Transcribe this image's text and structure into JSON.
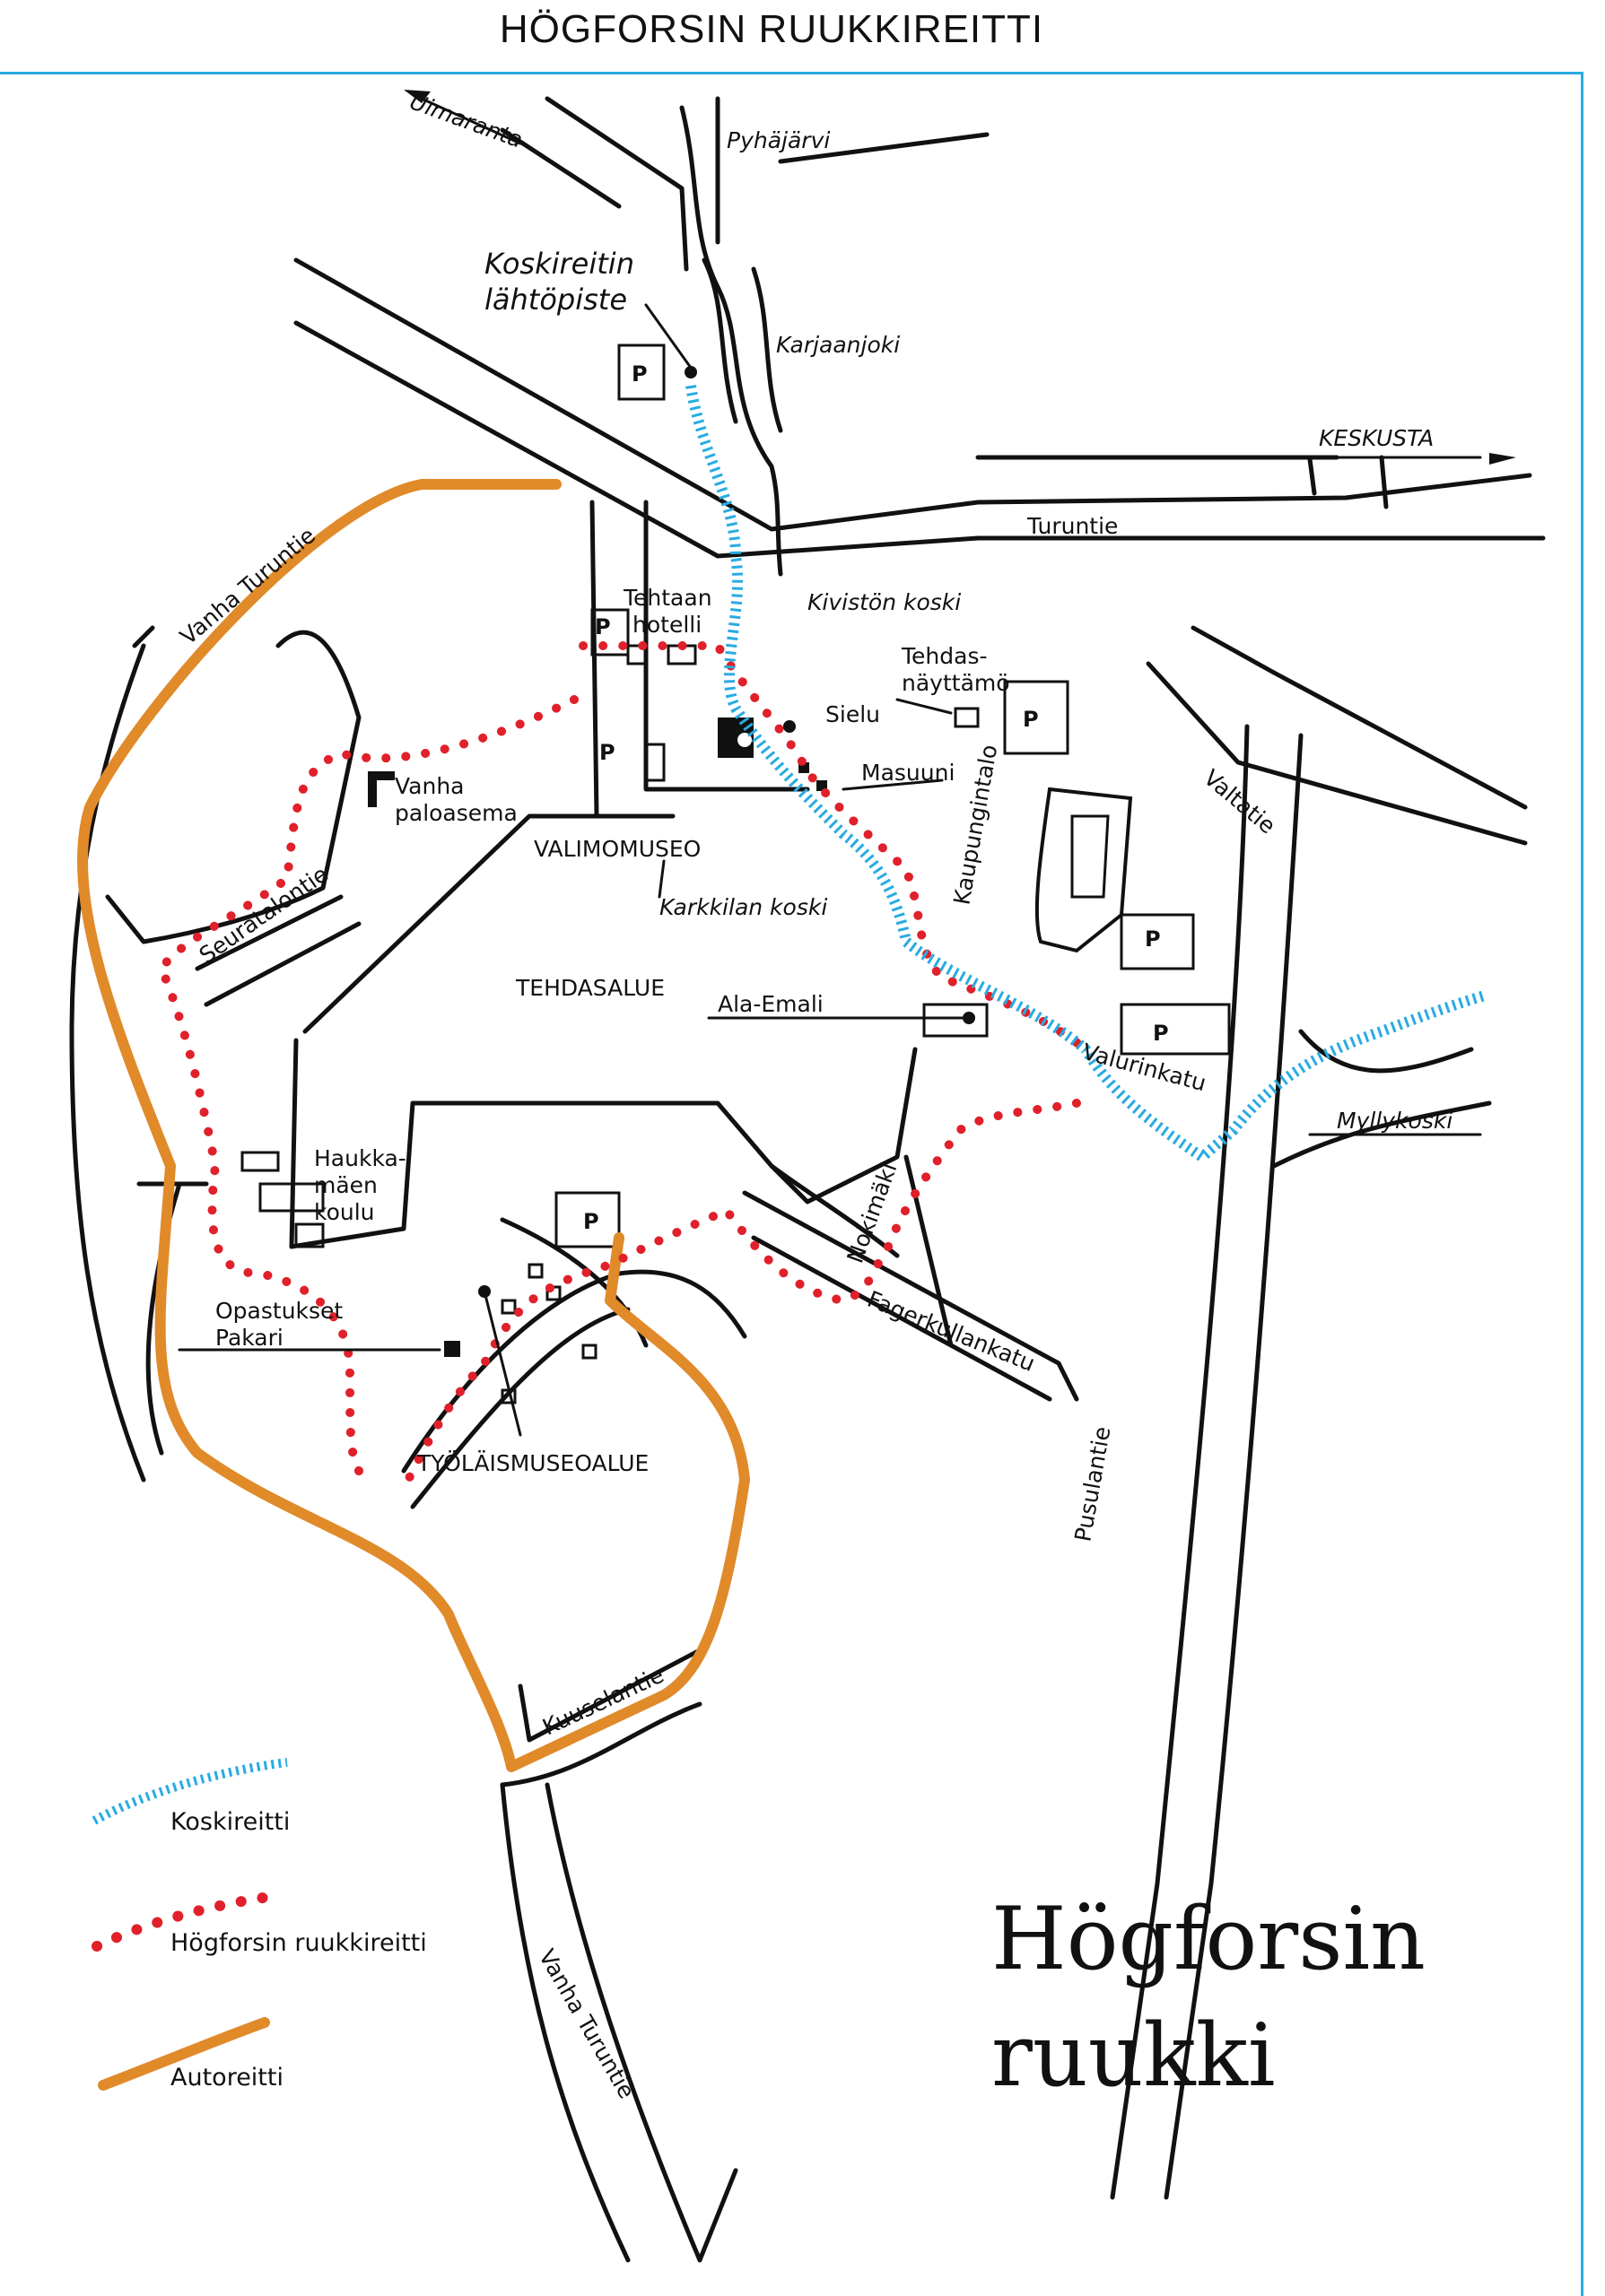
{
  "title": "HÖGFORSIN RUUKKIREITTI",
  "big_title": {
    "line1": "Högforsin",
    "line2": "ruukki"
  },
  "colors": {
    "frame": "#29abe2",
    "koskireitti": "#29abe2",
    "ruukkireitti": "#e0202a",
    "autoreitti": "#e08a2a",
    "ink": "#111111"
  },
  "legend": {
    "koskireitti": "Koskireitti",
    "ruukkireitti": "Högforsin ruukkireitti",
    "autoreitti": "Autoreitti"
  },
  "labels": {
    "uimaranta": "Uimaranta",
    "pyhajarvi": "Pyhäjärvi",
    "koskireitin": "Koskireitin",
    "lahtopiste": "lähtöpiste",
    "karjaanjoki": "Karjaanjoki",
    "keskusta": "KESKUSTA",
    "turuntie": "Turuntie",
    "vanha_turuntie_top": "Vanha Turuntie",
    "tehtaan": "Tehtaan",
    "hotelli": "hotelli",
    "kiviston_koski": "Kivistön koski",
    "tehdas": "Tehdas-",
    "nayttamo": "näyttämö",
    "sielu": "Sielu",
    "masuuni": "Masuuni",
    "vanha": "Vanha",
    "paloasema": "paloasema",
    "valimomuseo": "VALIMOMUSEO",
    "valtatie": "Valtatie",
    "kaupungintalo": "Kaupungintalo",
    "karkkilan_koski": "Karkkilan koski",
    "seuratalontie": "Seuratalontie",
    "tehdasalue": "TEHDASALUE",
    "ala_emali": "Ala-Emali",
    "valurinkatu": "Valurinkatu",
    "myllykoski": "Myllykoski",
    "haukka": "Haukka-",
    "maen": "mäen",
    "koulu": "koulu",
    "nokimaki": "Nokimäki",
    "opastukset": "Opastukset",
    "pakari": "Pakari",
    "fagerkullankatu": "Fagerkullankatu",
    "pusulantie": "Pusulantie",
    "tyolaismuseoalue": "TYÖLÄISMUSEOALUE",
    "kuuselantie": "Kuuselantie",
    "vanha_turuntie_bottom": "Vanha Turuntie",
    "parking": "P"
  }
}
